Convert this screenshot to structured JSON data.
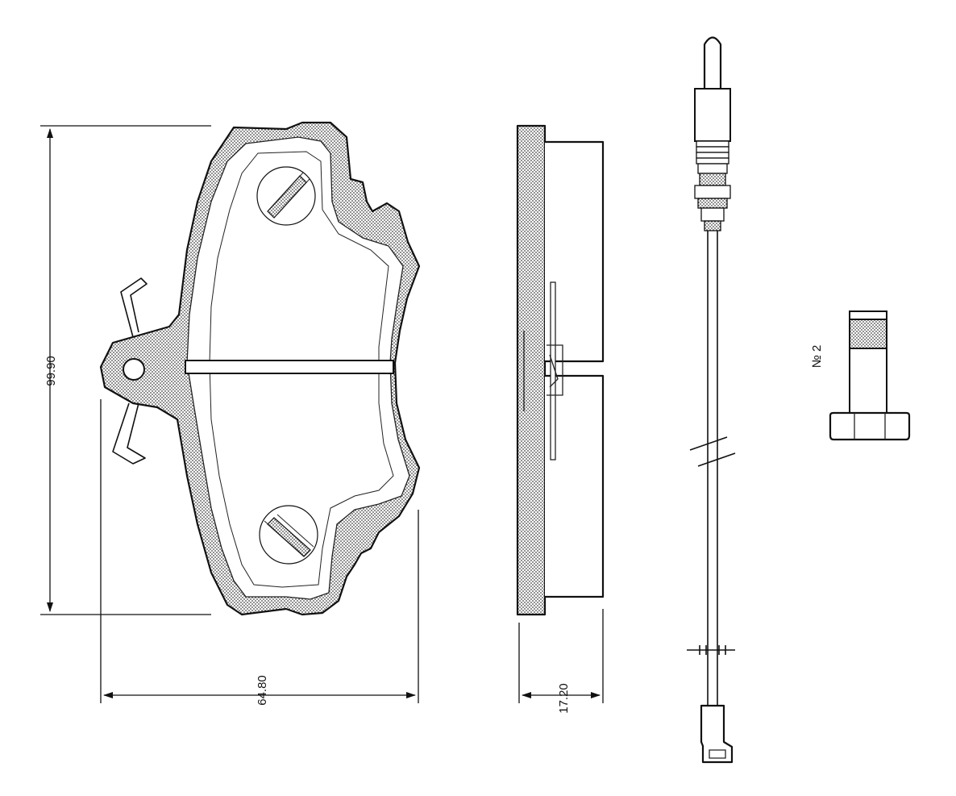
{
  "dimensions": {
    "height": "99.90",
    "width": "64.80",
    "thickness": "17.20"
  },
  "accessory_label": "№ 2",
  "colors": {
    "line": "#111111",
    "background": "#ffffff",
    "hatch": "#444444"
  },
  "icons": {
    "arrow": "arrowhead-icon",
    "hatch": "stipple-hatch-pattern"
  }
}
